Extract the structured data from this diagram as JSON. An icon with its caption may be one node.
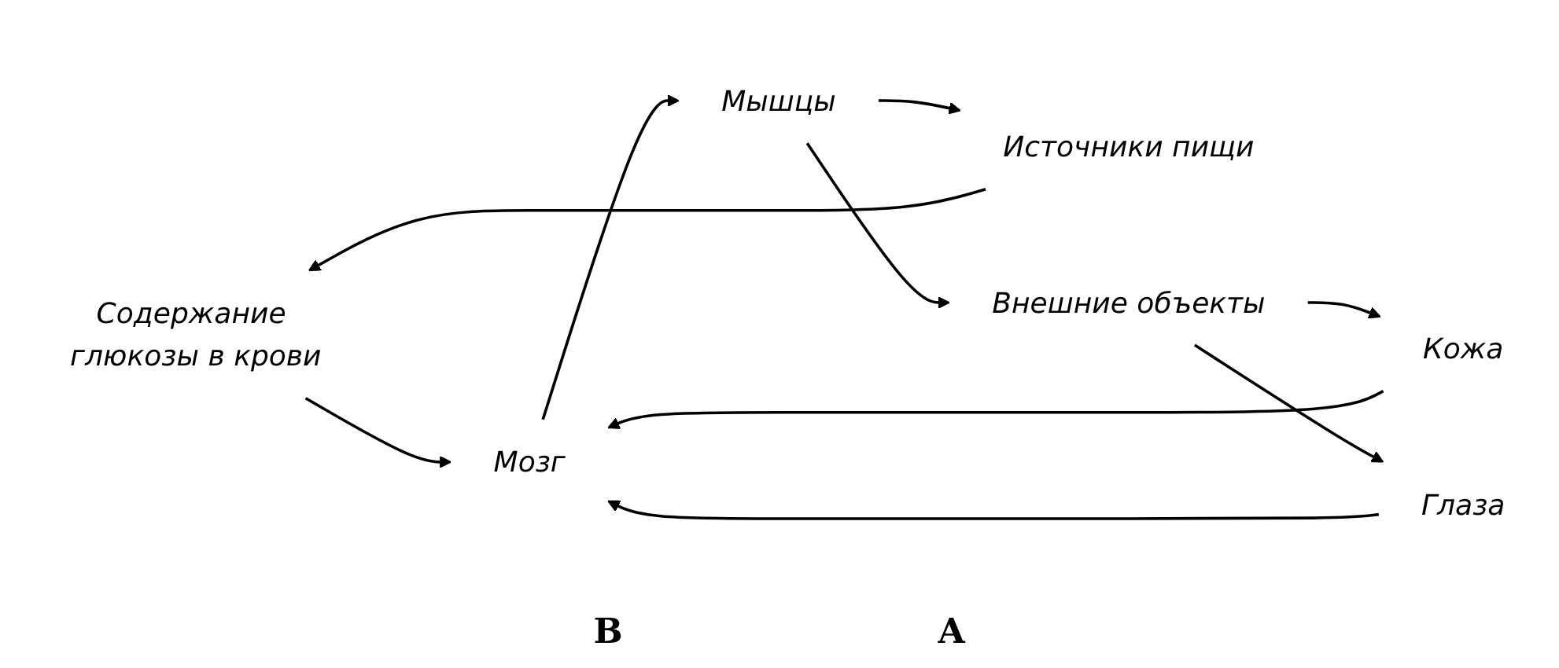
{
  "diagram": {
    "nodes": [
      {
        "text": [
          "Содержание глюкозы в крови"
        ]
      },
      {
        "text": [
          "Мозг"
        ]
      },
      {
        "text": [
          "Глаза"
        ]
      },
      {
        "text": [
          "Кожа"
        ]
      },
      {
        "text": [
          "Источники пищи"
        ]
      },
      {
        "text": [
          "Мышцы"
        ]
      },
      {
        "text": [
          "Внешние объекты"
        ]
      }
    ],
    "edges": [
      {
        "from": 0,
        "to": 1,
        "arrow": "to"
      },
      {
        "from": 2,
        "to": 1,
        "arrow": "to"
      },
      {
        "from": 3,
        "to": 1,
        "arrow": "to"
      },
      {
        "from": 1,
        "to": 5,
        "arrow": "to"
      },
      {
        "from": 5,
        "to": 4,
        "arrow": "to"
      },
      {
        "from": 4,
        "to": 0,
        "arrow": "to"
      },
      {
        "from": 5,
        "to": 6,
        "arrow": "to"
      },
      {
        "from": 6,
        "to": 3,
        "arrow": "to"
      },
      {
        "from": 6,
        "to": 2,
        "arrow": "to"
      }
    ],
    "labels": [
      "В",
      "А"
    ]
  }
}
